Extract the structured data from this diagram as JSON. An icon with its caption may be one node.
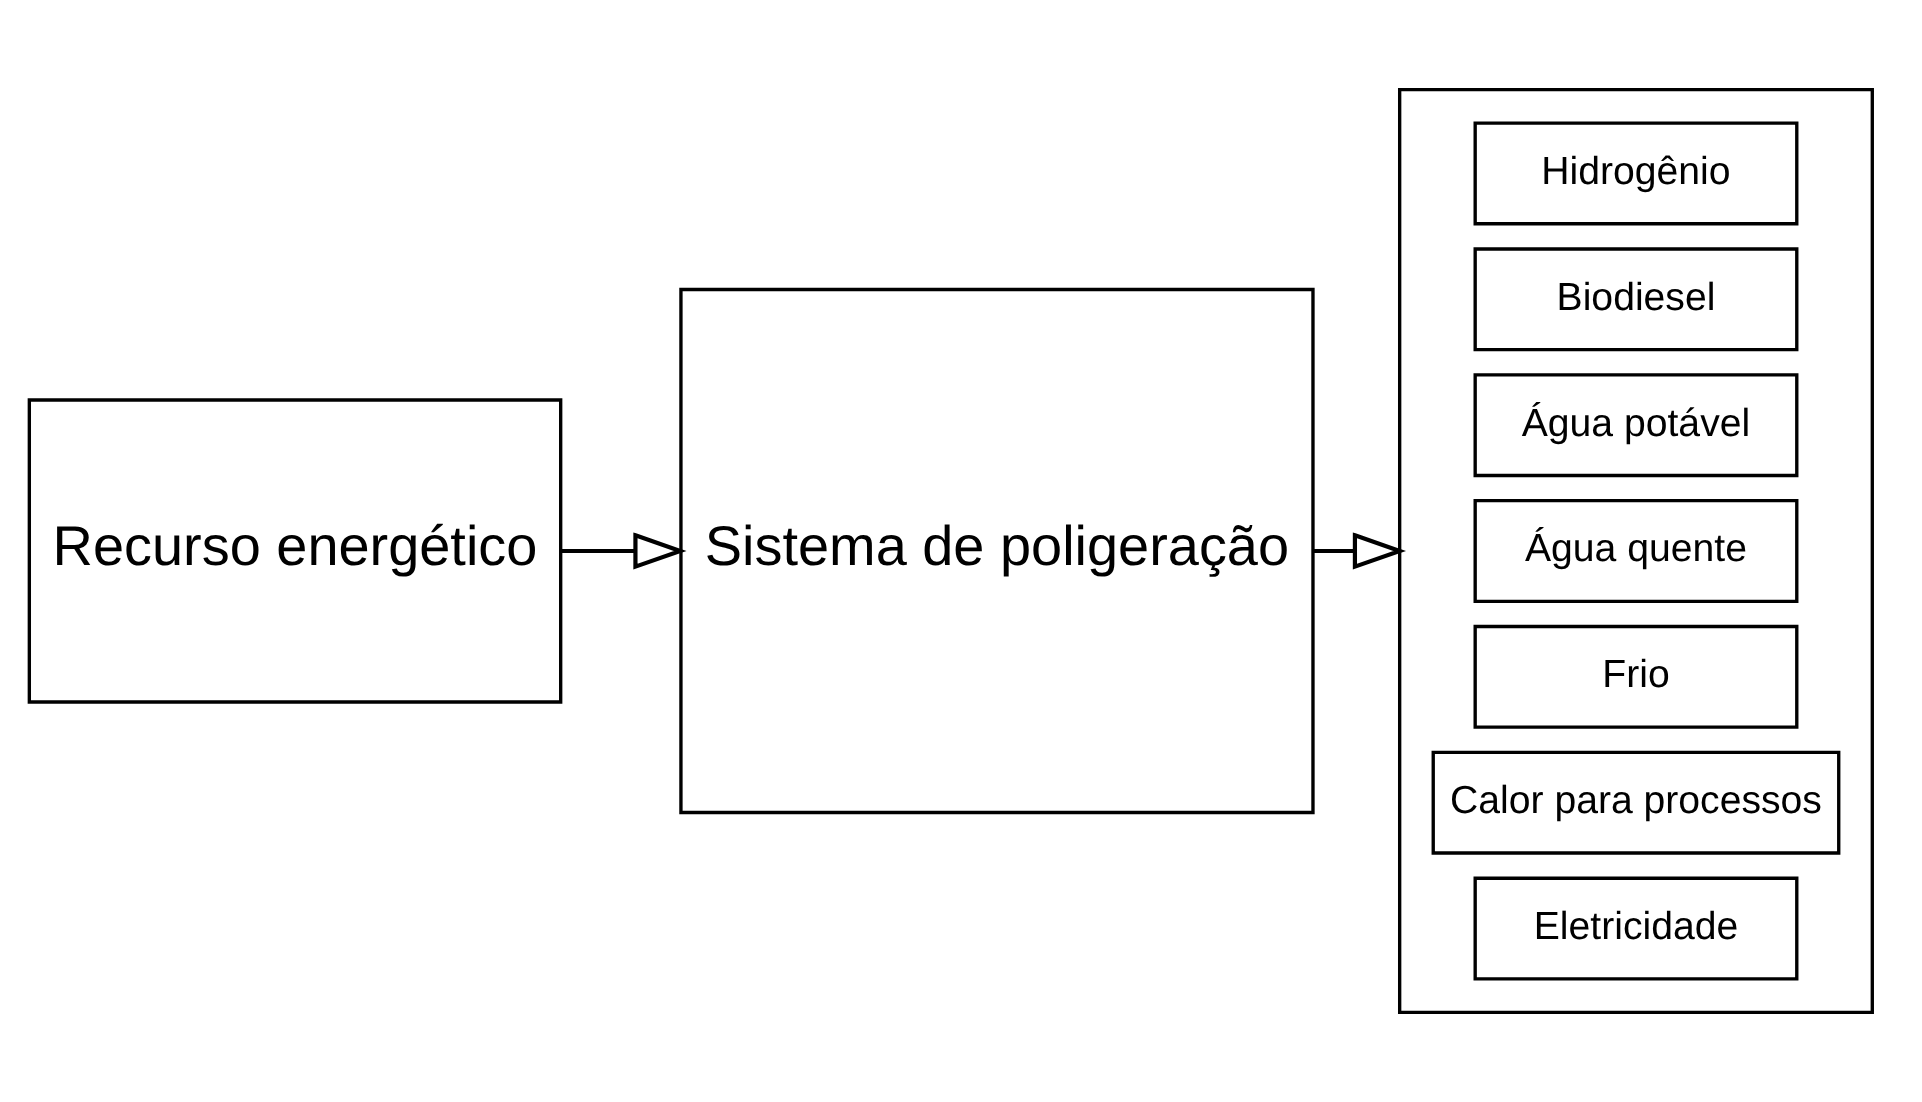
{
  "diagram": {
    "nodes": [
      {
        "text": [
          "Recurso energético"
        ]
      },
      {
        "text": [
          "Sistema de poligeração"
        ]
      },
      {
        "text": [],
        "shape": "box"
      },
      {
        "text": [
          "Eletricidade"
        ],
        "in": 2
      },
      {
        "text": [
          "Calor para processos"
        ],
        "in": 2
      },
      {
        "text": [
          "Frio"
        ],
        "in": 2
      },
      {
        "text": [
          "Água quente"
        ],
        "in": 2
      },
      {
        "text": [
          "Água potável"
        ],
        "in": 2
      },
      {
        "text": [
          "Biodiesel"
        ],
        "in": 2
      },
      {
        "text": [
          "Hidrogênio"
        ],
        "in": 2
      }
    ],
    "edges": [
      {
        "from": 0,
        "to": 1,
        "arrow": "to"
      },
      {
        "from": 1,
        "to": 2,
        "arrow": "to"
      }
    ]
  }
}
